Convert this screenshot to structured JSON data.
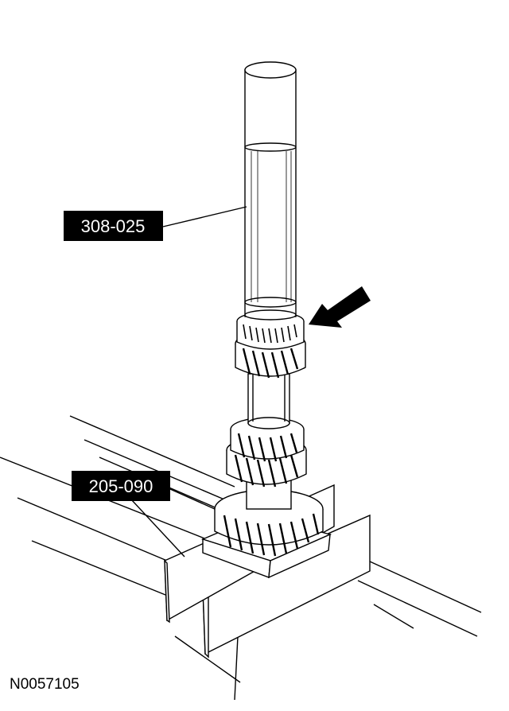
{
  "callouts": [
    {
      "label": "308-025"
    },
    {
      "label": "205-090"
    }
  ],
  "figure_id": "N0057105",
  "colors": {
    "line": "#000000",
    "background": "#ffffff",
    "callout_fill": "#000000",
    "callout_text": "#ffffff"
  },
  "icons": [
    "pointer-arrow-icon"
  ]
}
